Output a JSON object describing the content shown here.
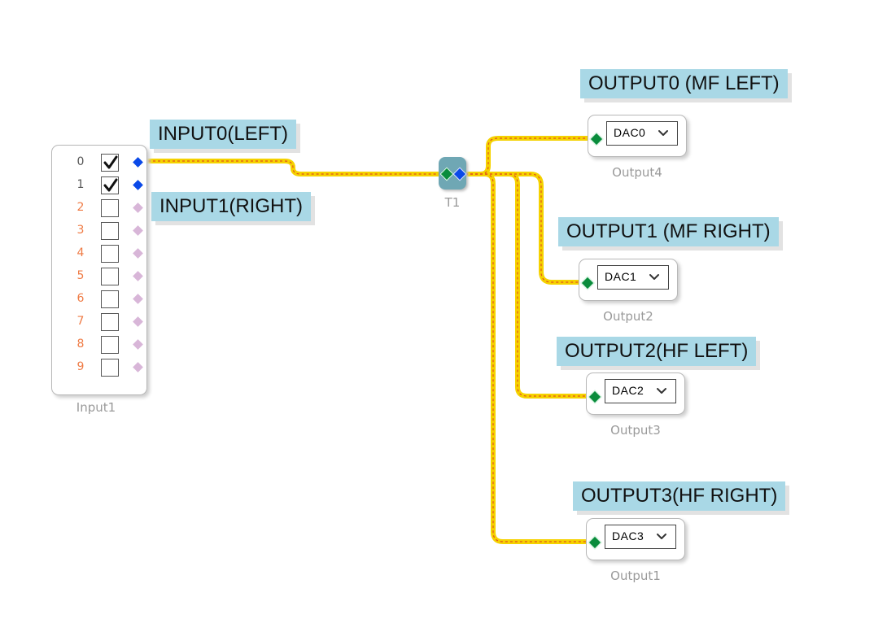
{
  "labels": {
    "input0": "INPUT0(LEFT)",
    "input1": "INPUT1(RIGHT)",
    "output0": "OUTPUT0 (MF LEFT)",
    "output1": "OUTPUT1 (MF RIGHT)",
    "output2": "OUTPUT2(HF LEFT)",
    "output3": "OUTPUT3(HF RIGHT)"
  },
  "input_block": {
    "caption": "Input1",
    "channels": [
      {
        "num": "0",
        "checked": true
      },
      {
        "num": "1",
        "checked": true
      },
      {
        "num": "2",
        "checked": false
      },
      {
        "num": "3",
        "checked": false
      },
      {
        "num": "4",
        "checked": false
      },
      {
        "num": "5",
        "checked": false
      },
      {
        "num": "6",
        "checked": false
      },
      {
        "num": "7",
        "checked": false
      },
      {
        "num": "8",
        "checked": false
      },
      {
        "num": "9",
        "checked": false
      }
    ]
  },
  "splitter": {
    "caption": "T1"
  },
  "outputs": [
    {
      "caption": "Output4",
      "dac": "DAC0"
    },
    {
      "caption": "Output2",
      "dac": "DAC1"
    },
    {
      "caption": "Output3",
      "dac": "DAC2"
    },
    {
      "caption": "Output1",
      "dac": "DAC3"
    }
  ],
  "colors": {
    "wire": "#f5d200",
    "wire_center": "#e2531c",
    "port_active_blue": "#0a49e8",
    "port_green": "#0a8c3c",
    "port_inactive": "#d8b6d8",
    "num_active": "#555555",
    "num_inactive": "#ef7b45",
    "label_bg": "#a9d8e6"
  },
  "icons": {
    "check": "check-icon",
    "chevron": "chevron-down-icon",
    "port": "diamond-port-icon"
  }
}
